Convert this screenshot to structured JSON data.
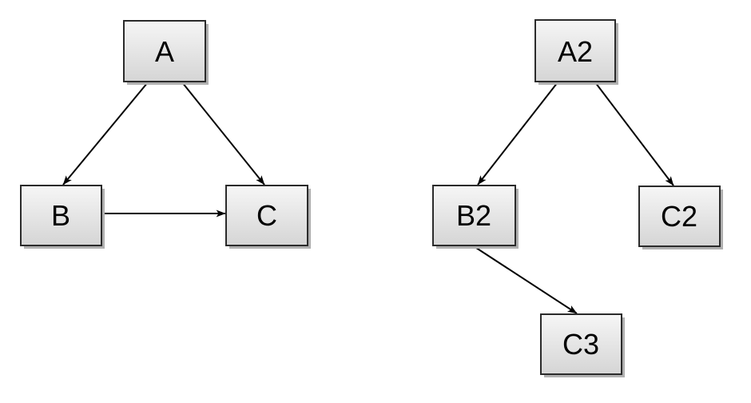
{
  "diagram": {
    "type": "directed-graph",
    "background": "#ffffff",
    "graphs": [
      {
        "name": "left-graph",
        "node_ids": [
          "A",
          "B",
          "C"
        ],
        "edge_pairs": [
          "A->B",
          "A->C",
          "B->C"
        ]
      },
      {
        "name": "right-graph",
        "node_ids": [
          "A2",
          "B2",
          "C2",
          "C3"
        ],
        "edge_pairs": [
          "A2->B2",
          "A2->C2",
          "B2->C3"
        ]
      }
    ]
  },
  "nodes": {
    "A": {
      "label": "A"
    },
    "B": {
      "label": "B"
    },
    "C": {
      "label": "C"
    },
    "A2": {
      "label": "A2"
    },
    "B2": {
      "label": "B2"
    },
    "C2": {
      "label": "C2"
    },
    "C3": {
      "label": "C3"
    }
  },
  "edges": [
    {
      "from": "A",
      "to": "B"
    },
    {
      "from": "A",
      "to": "C"
    },
    {
      "from": "B",
      "to": "C"
    },
    {
      "from": "A2",
      "to": "B2"
    },
    {
      "from": "A2",
      "to": "C2"
    },
    {
      "from": "B2",
      "to": "C3"
    }
  ],
  "colors": {
    "box_fill_top": "#f6f6f6",
    "box_fill_bottom": "#d5d5d5",
    "box_border": "#2b2b2b",
    "box_shadow": "#b0b0b0",
    "edge_stroke": "#000000",
    "background": "#ffffff"
  }
}
